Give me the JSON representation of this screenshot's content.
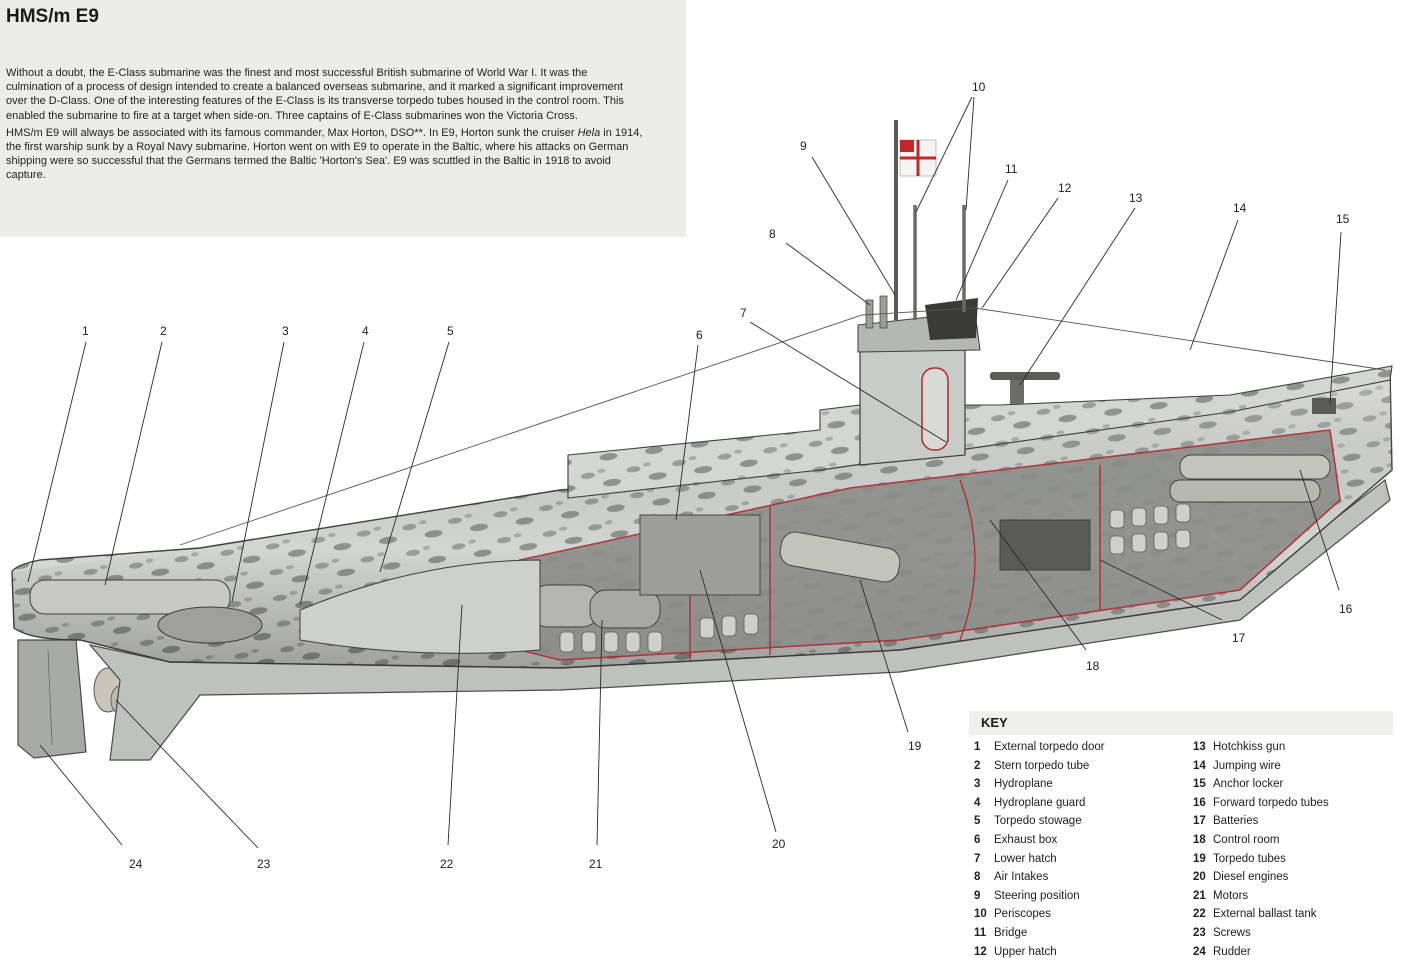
{
  "intro": {
    "title": "HMS/m E9",
    "p1": "Without a doubt, the E-Class submarine was the finest and most successful British submarine of World War I. It was the culmination of a process of design intended to create a balanced overseas submarine, and it marked a significant improvement over the D-Class. One of the interesting features of the E-Class is its transverse torpedo tubes housed in the control room. This enabled the submarine to fire at a target when side-on. Three captains of E-Class submarines won the Victoria Cross.",
    "p2_a": "HMS/m E9 will always be associated with its famous commander, Max Horton, DSO**. In E9, Horton sunk the cruiser ",
    "p2_italic": "Hela",
    "p2_b": " in 1914, the first warship sunk by a Royal Navy submarine. Horton went on with E9 to operate in the Baltic, where his attacks on German shipping were so successful that the Germans termed the Baltic 'Horton's Sea'. E9 was scuttled in the Baltic in 1918 to avoid capture."
  },
  "callouts": [
    "1",
    "2",
    "3",
    "4",
    "5",
    "6",
    "7",
    "8",
    "9",
    "10",
    "11",
    "12",
    "13",
    "14",
    "15",
    "16",
    "17",
    "18",
    "19",
    "20",
    "21",
    "22",
    "23",
    "24"
  ],
  "key": {
    "title": "KEY",
    "left": [
      {
        "n": "1",
        "label": "External torpedo door"
      },
      {
        "n": "2",
        "label": "Stern torpedo tube"
      },
      {
        "n": "3",
        "label": "Hydroplane"
      },
      {
        "n": "4",
        "label": "Hydroplane guard"
      },
      {
        "n": "5",
        "label": "Torpedo stowage"
      },
      {
        "n": "6",
        "label": "Exhaust box"
      },
      {
        "n": "7",
        "label": "Lower hatch"
      },
      {
        "n": "8",
        "label": "Air Intakes"
      },
      {
        "n": "9",
        "label": "Steering position"
      },
      {
        "n": "10",
        "label": "Periscopes"
      },
      {
        "n": "11",
        "label": "Bridge"
      },
      {
        "n": "12",
        "label": "Upper hatch"
      }
    ],
    "right": [
      {
        "n": "13",
        "label": "Hotchkiss gun"
      },
      {
        "n": "14",
        "label": "Jumping wire"
      },
      {
        "n": "15",
        "label": "Anchor locker"
      },
      {
        "n": "16",
        "label": "Forward torpedo tubes"
      },
      {
        "n": "17",
        "label": "Batteries"
      },
      {
        "n": "18",
        "label": "Control room"
      },
      {
        "n": "19",
        "label": "Torpedo tubes"
      },
      {
        "n": "20",
        "label": "Diesel engines"
      },
      {
        "n": "21",
        "label": "Motors"
      },
      {
        "n": "22",
        "label": "External ballast tank"
      },
      {
        "n": "23",
        "label": "Screws"
      },
      {
        "n": "24",
        "label": "Rudder"
      }
    ]
  },
  "colors": {
    "hull_light": "#d7d9d6",
    "hull_mid": "#b9bcb8",
    "camo": "#8e9290",
    "cutaway_red": "#b02a2a",
    "interior_dark": "#6b6c68",
    "ensign_red": "#c0282c"
  }
}
